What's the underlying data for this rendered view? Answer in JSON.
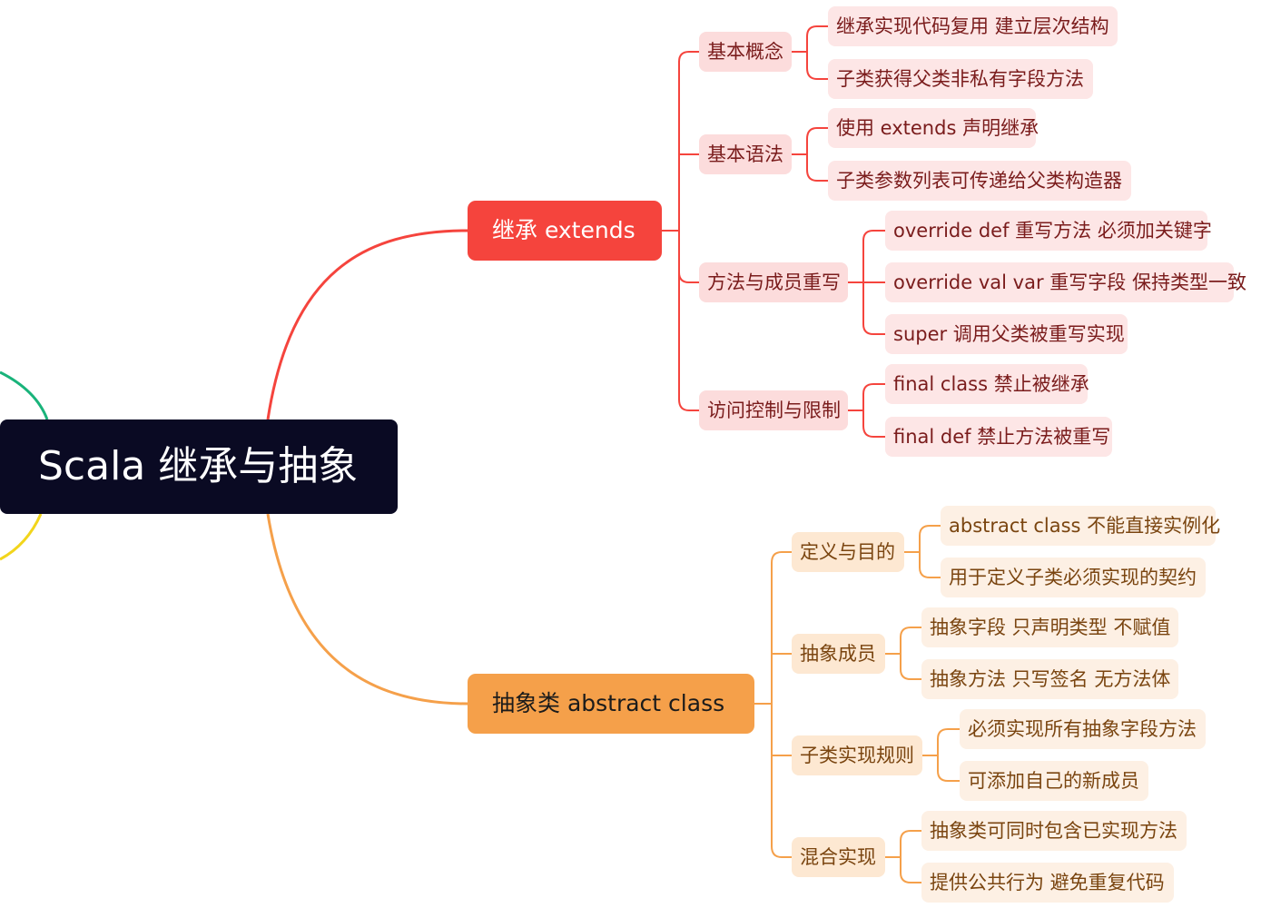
{
  "mindmap": {
    "root": "Scala 继承与抽象",
    "branches": [
      {
        "label": "继承 extends",
        "color": "#f5443d",
        "topics": [
          {
            "label": "基本概念",
            "items": [
              "继承实现代码复用 建立层次结构",
              "子类获得父类非私有字段方法"
            ]
          },
          {
            "label": "基本语法",
            "items": [
              "使用 extends 声明继承",
              "子类参数列表可传递给父类构造器"
            ]
          },
          {
            "label": "方法与成员重写",
            "items": [
              "override def 重写方法 必须加关键字",
              "override val var 重写字段 保持类型一致",
              "super 调用父类被重写实现"
            ]
          },
          {
            "label": "访问控制与限制",
            "items": [
              "final class 禁止被继承",
              "final def 禁止方法被重写"
            ]
          }
        ]
      },
      {
        "label": "抽象类 abstract class",
        "color": "#f5a04a",
        "topics": [
          {
            "label": "定义与目的",
            "items": [
              "abstract class 不能直接实例化",
              "用于定义子类必须实现的契约"
            ]
          },
          {
            "label": "抽象成员",
            "items": [
              "抽象字段 只声明类型 不赋值",
              "抽象方法 只写签名 无方法体"
            ]
          },
          {
            "label": "子类实现规则",
            "items": [
              "必须实现所有抽象字段方法",
              "可添加自己的新成员"
            ]
          },
          {
            "label": "混合实现",
            "items": [
              "抽象类可同时包含已实现方法",
              "提供公共行为 避免重复代码"
            ]
          }
        ]
      },
      {
        "label": "",
        "color": "#19b37a",
        "topics": []
      },
      {
        "label": "",
        "color": "#f2d51c",
        "topics": []
      }
    ]
  }
}
